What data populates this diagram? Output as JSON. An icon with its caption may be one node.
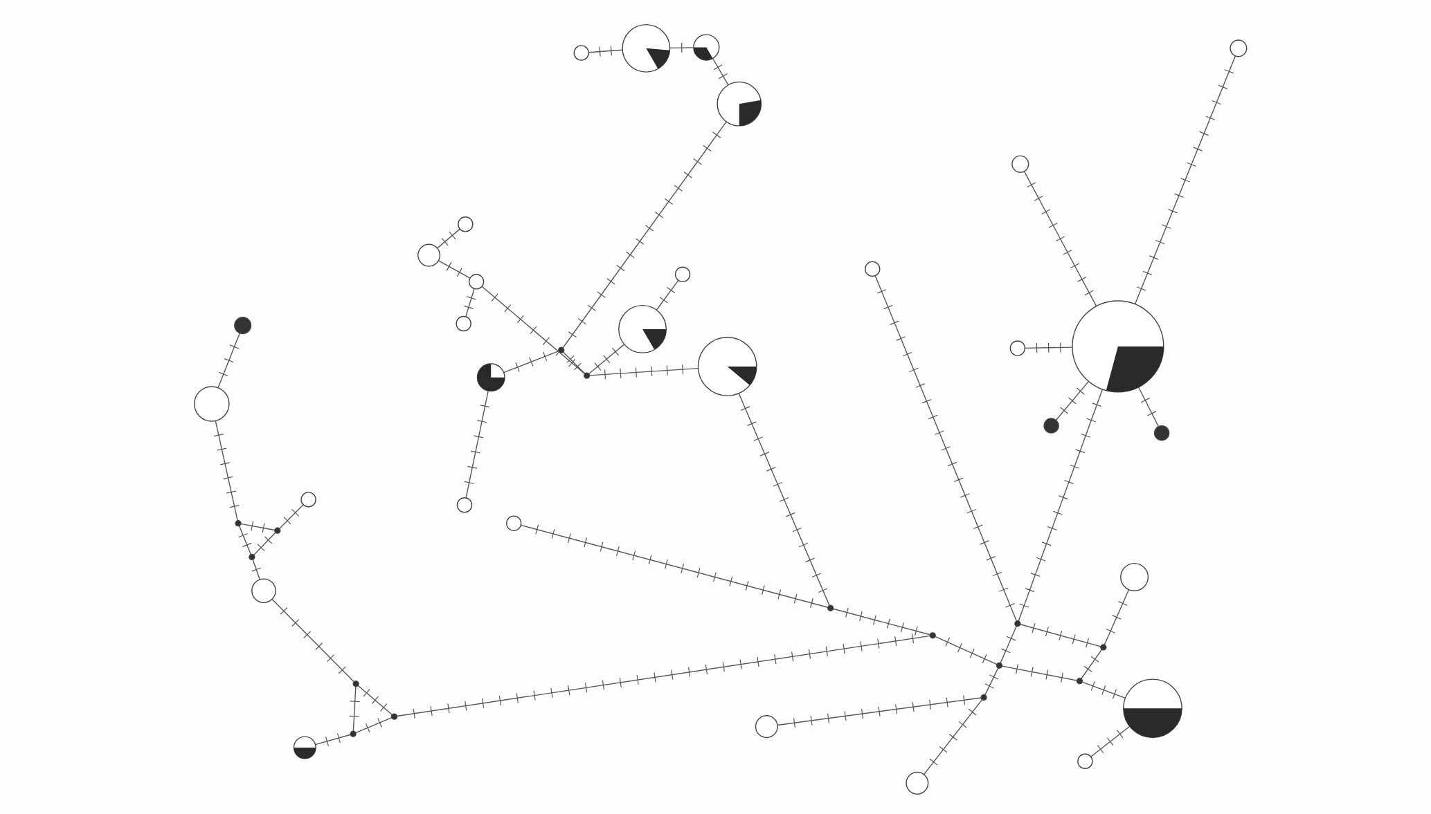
{
  "diagram": {
    "nodes": [
      {
        "text": [],
        "shape": "circle"
      },
      {
        "text": [],
        "shape": "circle"
      },
      {
        "text": [],
        "shape": "circle"
      },
      {
        "text": [],
        "shape": "circle"
      },
      {
        "text": [],
        "shape": "circle"
      },
      {
        "text": [],
        "shape": "circle"
      },
      {
        "text": [],
        "shape": "circle"
      },
      {
        "text": [],
        "shape": "circle"
      },
      {
        "text": [],
        "shape": "circle"
      },
      {
        "text": [],
        "shape": "circle"
      },
      {
        "text": [],
        "shape": "circle"
      },
      {
        "text": [],
        "shape": "circle"
      },
      {
        "text": [],
        "shape": "circle"
      },
      {
        "text": [],
        "shape": "circle"
      },
      {
        "text": [],
        "shape": "circle"
      },
      {
        "text": [],
        "shape": "circle"
      },
      {
        "text": [],
        "shape": "circle"
      },
      {
        "text": [],
        "shape": "circle"
      },
      {
        "text": [],
        "shape": "circle"
      },
      {
        "text": [],
        "shape": "circle"
      },
      {
        "text": [],
        "shape": "circle"
      },
      {
        "text": [],
        "shape": "circle"
      },
      {
        "text": [],
        "shape": "circle"
      },
      {
        "text": [],
        "shape": "circle"
      },
      {
        "text": [],
        "shape": "circle"
      },
      {
        "text": [],
        "shape": "circle"
      },
      {
        "text": [],
        "shape": "circle"
      },
      {
        "text": [],
        "shape": "circle"
      },
      {
        "text": [],
        "shape": "circle"
      },
      {
        "text": [],
        "shape": "circle"
      },
      {
        "text": [],
        "shape": "circle"
      },
      {
        "text": [],
        "shape": "circle"
      },
      {
        "text": [],
        "shape": "circle"
      },
      {
        "text": [],
        "shape": "circle"
      },
      {
        "text": [],
        "shape": "circle"
      },
      {
        "text": [],
        "shape": "circle"
      },
      {
        "text": [],
        "shape": "circle"
      },
      {
        "text": [],
        "shape": "circle"
      },
      {
        "text": [],
        "shape": "circle"
      },
      {
        "text": [],
        "shape": "circle"
      },
      {
        "text": [],
        "shape": "circle"
      },
      {
        "text": [],
        "shape": "circle"
      },
      {
        "text": [],
        "shape": "circle"
      },
      {
        "text": [],
        "shape": "circle"
      },
      {
        "text": [],
        "shape": "circle"
      },
      {
        "text": [],
        "shape": "circle"
      }
    ],
    "edges": [
      {
        "from": 0,
        "to": 1,
        "arrow": "none"
      },
      {
        "from": 1,
        "to": 2,
        "arrow": "none"
      },
      {
        "from": 2,
        "to": 3,
        "arrow": "none"
      },
      {
        "from": 3,
        "to": 31,
        "arrow": "none"
      },
      {
        "from": 31,
        "to": 17,
        "arrow": "none"
      },
      {
        "from": 17,
        "to": 22,
        "arrow": "none"
      },
      {
        "from": 31,
        "to": 32,
        "arrow": "none"
      },
      {
        "from": 7,
        "to": 6,
        "arrow": "none"
      },
      {
        "from": 7,
        "to": 8,
        "arrow": "none"
      },
      {
        "from": 8,
        "to": 9,
        "arrow": "none"
      },
      {
        "from": 8,
        "to": 32,
        "arrow": "none"
      },
      {
        "from": 32,
        "to": 14,
        "arrow": "none"
      },
      {
        "from": 32,
        "to": 13,
        "arrow": "none"
      },
      {
        "from": 13,
        "to": 12,
        "arrow": "none"
      },
      {
        "from": 10,
        "to": 18,
        "arrow": "none"
      },
      {
        "from": 18,
        "to": 33,
        "arrow": "none"
      },
      {
        "from": 33,
        "to": 35,
        "arrow": "none"
      },
      {
        "from": 33,
        "to": 34,
        "arrow": "none"
      },
      {
        "from": 34,
        "to": 35,
        "arrow": "none"
      },
      {
        "from": 34,
        "to": 21,
        "arrow": "none"
      },
      {
        "from": 35,
        "to": 24,
        "arrow": "none"
      },
      {
        "from": 24,
        "to": 36,
        "arrow": "none"
      },
      {
        "from": 36,
        "to": 37,
        "arrow": "none"
      },
      {
        "from": 36,
        "to": 38,
        "arrow": "none"
      },
      {
        "from": 37,
        "to": 38,
        "arrow": "none"
      },
      {
        "from": 27,
        "to": 37,
        "arrow": "none"
      },
      {
        "from": 38,
        "to": 40,
        "arrow": "none"
      },
      {
        "from": 23,
        "to": 39,
        "arrow": "none"
      },
      {
        "from": 39,
        "to": 40,
        "arrow": "none"
      },
      {
        "from": 14,
        "to": 39,
        "arrow": "none"
      },
      {
        "from": 40,
        "to": 42,
        "arrow": "none"
      },
      {
        "from": 42,
        "to": 45,
        "arrow": "none"
      },
      {
        "from": 45,
        "to": 26,
        "arrow": "none"
      },
      {
        "from": 11,
        "to": 41,
        "arrow": "none"
      },
      {
        "from": 41,
        "to": 15,
        "arrow": "none"
      },
      {
        "from": 41,
        "to": 44,
        "arrow": "none"
      },
      {
        "from": 44,
        "to": 25,
        "arrow": "none"
      },
      {
        "from": 41,
        "to": 42,
        "arrow": "none"
      },
      {
        "from": 42,
        "to": 43,
        "arrow": "none"
      },
      {
        "from": 28,
        "to": 43,
        "arrow": "none"
      },
      {
        "from": 43,
        "to": 30,
        "arrow": "none"
      },
      {
        "from": 44,
        "to": 45,
        "arrow": "none"
      },
      {
        "from": 15,
        "to": 4,
        "arrow": "none"
      },
      {
        "from": 15,
        "to": 5,
        "arrow": "none"
      },
      {
        "from": 15,
        "to": 16,
        "arrow": "none"
      },
      {
        "from": 15,
        "to": 19,
        "arrow": "none"
      },
      {
        "from": 15,
        "to": 20,
        "arrow": "none"
      },
      {
        "from": 26,
        "to": 29,
        "arrow": "none"
      }
    ]
  }
}
